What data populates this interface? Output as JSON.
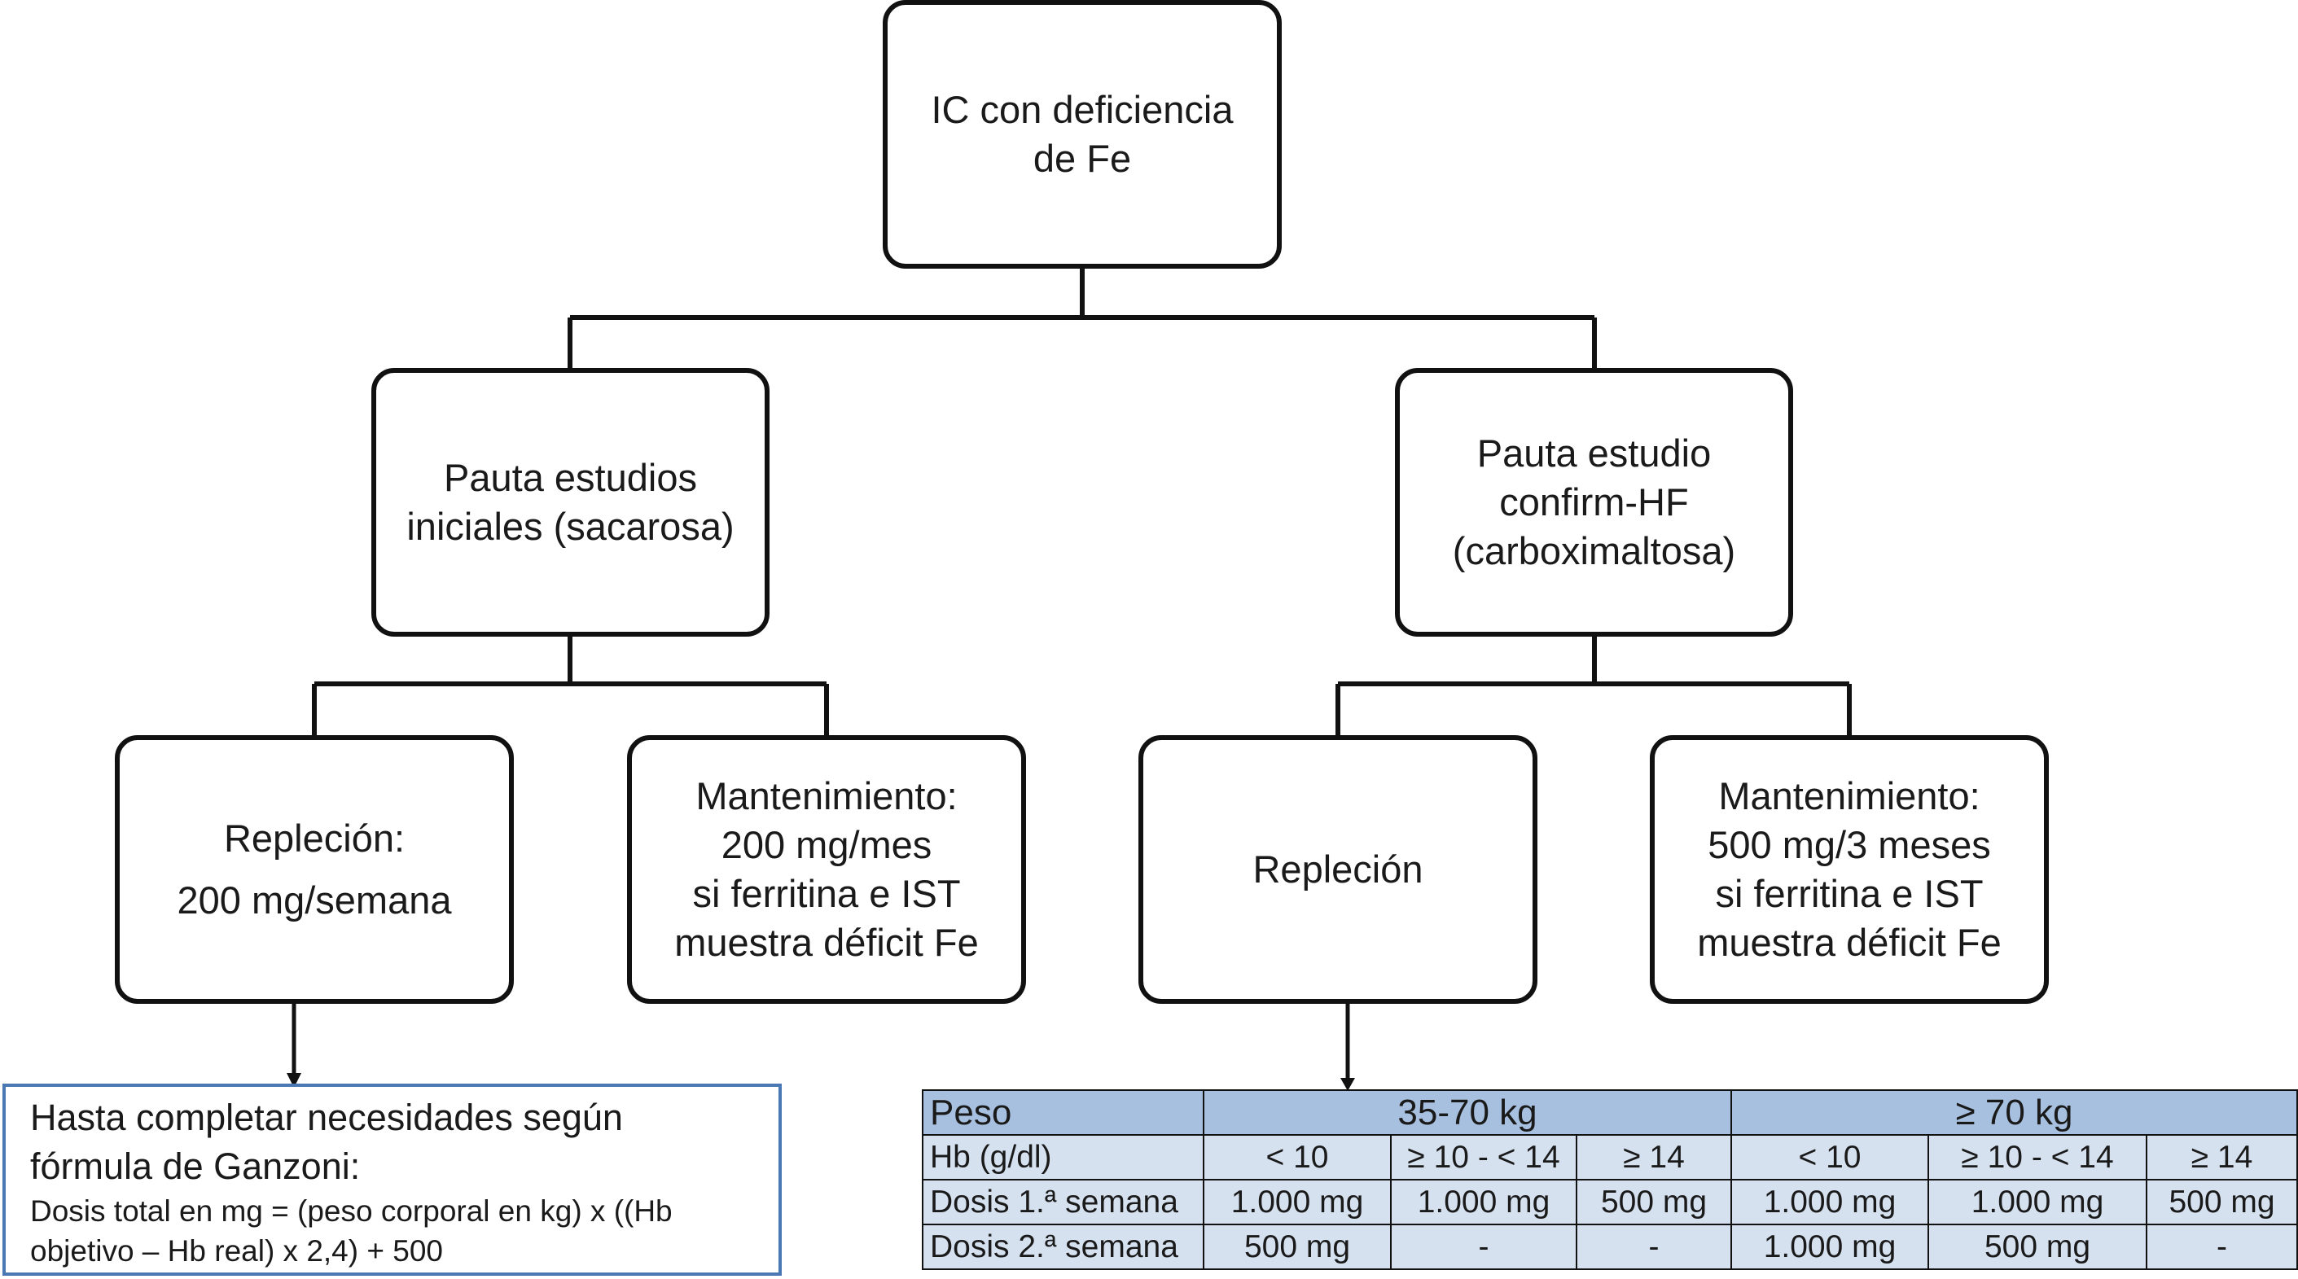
{
  "root": {
    "lines": [
      "IC con deficiencia",
      "de Fe"
    ]
  },
  "left_branch": {
    "lines": [
      "Pauta estudios",
      "iniciales (sacarosa)"
    ]
  },
  "right_branch": {
    "lines": [
      "Pauta estudio",
      "confirm-HF",
      "(carboximaltosa)"
    ]
  },
  "leaves": {
    "ll": {
      "lines": [
        "Repleción:",
        "200 mg/semana"
      ]
    },
    "lr": {
      "lines": [
        "Mantenimiento:",
        "200 mg/mes",
        "si ferritina e IST",
        "muestra déficit Fe"
      ]
    },
    "rl": {
      "lines": [
        "Repleción"
      ]
    },
    "rr": {
      "lines": [
        "Mantenimiento:",
        "500 mg/3 meses",
        "si ferritina e IST",
        "muestra déficit Fe"
      ]
    }
  },
  "ganzoni_note": {
    "line1": "Hasta completar necesidades según",
    "line2": "fórmula de Ganzoni:",
    "line3": "Dosis total en mg = (peso corporal en kg) x ((Hb",
    "line4": "objetivo – Hb real) x 2,4) + 500"
  },
  "dose_table": {
    "header": {
      "label": "Peso",
      "group1": "35-70 kg",
      "group2": "≥ 70 kg"
    },
    "rows": [
      {
        "label": "Hb (g/dl)",
        "cells": [
          "< 10",
          "≥ 10 - < 14",
          "≥ 14",
          "< 10",
          "≥ 10 - < 14",
          "≥ 14"
        ]
      },
      {
        "label": "Dosis 1.ª semana",
        "cells": [
          "1.000 mg",
          "1.000 mg",
          "500 mg",
          "1.000 mg",
          "1.000 mg",
          "500 mg"
        ]
      },
      {
        "label": "Dosis 2.ª semana",
        "cells": [
          "500 mg",
          "-",
          "-",
          "1.000 mg",
          "500 mg",
          "-"
        ]
      }
    ]
  },
  "colors": {
    "box_border": "#111111",
    "note_border": "#4a78b4",
    "table_header": "#a7c0df",
    "table_body": "#d6e1f0"
  }
}
